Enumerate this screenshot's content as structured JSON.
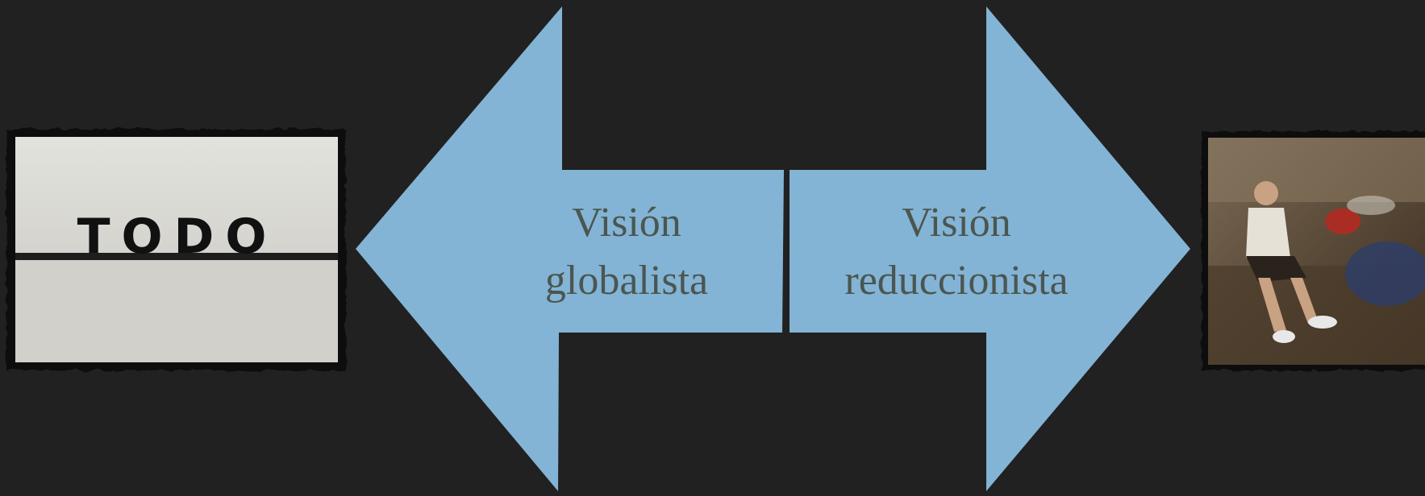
{
  "left_image": {
    "word": "TODO",
    "bg_color": "#dcdbd6",
    "frame_color": "#121212"
  },
  "right_image": {
    "alt_description": "photo-person-sitting-on-street"
  },
  "left_arrow": {
    "line1": "Visión",
    "line2": "globalista",
    "color": "#83b4d5"
  },
  "right_arrow": {
    "line1": "Visión",
    "line2": "reduccionista",
    "color": "#83b4d5"
  },
  "colors": {
    "background": "#212121",
    "arrow_text": "#4b5651"
  }
}
